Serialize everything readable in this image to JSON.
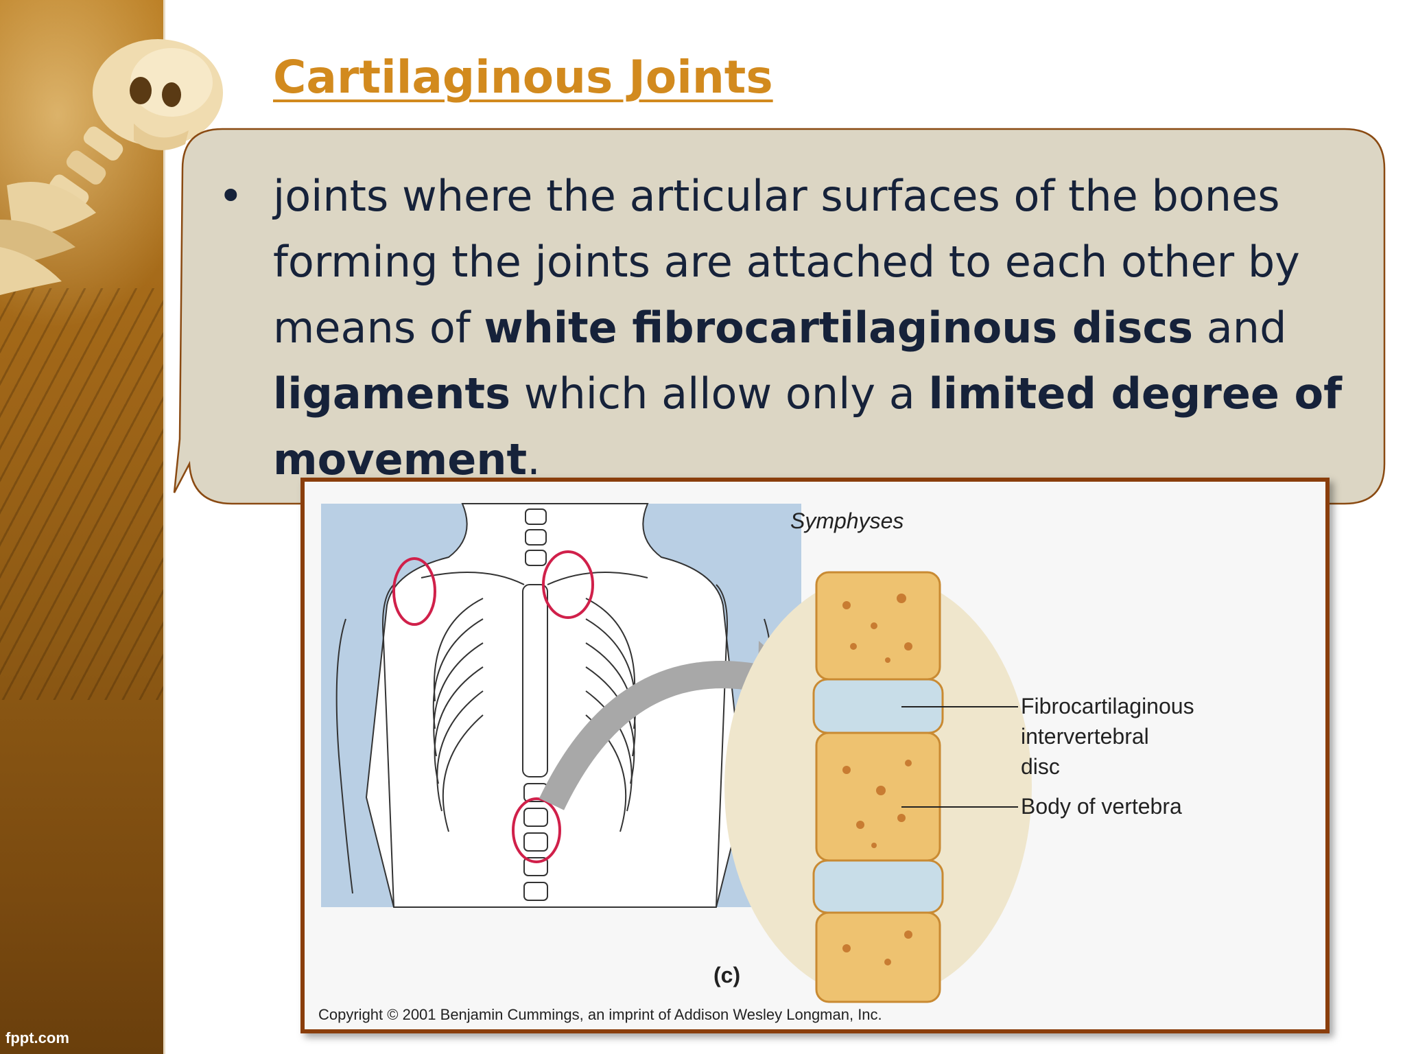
{
  "title": "Cartilaginous Joints",
  "bullet": {
    "t1": "joints where the articular surfaces of the bones forming the joints are attached to each other by means of ",
    "b1": "white fibrocartilaginous discs",
    "t2": " and ",
    "b2": "ligaments",
    "t3": " which allow only a ",
    "b3": "limited degree of movement",
    "t4": "."
  },
  "figure": {
    "heading": "Symphyses",
    "label_disc_1": "Fibrocartilaginous",
    "label_disc_2": "intervertebral",
    "label_disc_3": "disc",
    "label_body": "Body of vertebra",
    "panel_letter": "(c)",
    "copyright": "Copyright © 2001 Benjamin Cummings, an imprint of Addison Wesley Longman, Inc."
  },
  "footer": {
    "brand": "fppt.com"
  },
  "colors": {
    "title": "#d28a1e",
    "callout_fill": "#dcd6c4",
    "callout_stroke": "#8a4a12",
    "frame": "#8a3e0c",
    "circle": "#d0204a"
  }
}
